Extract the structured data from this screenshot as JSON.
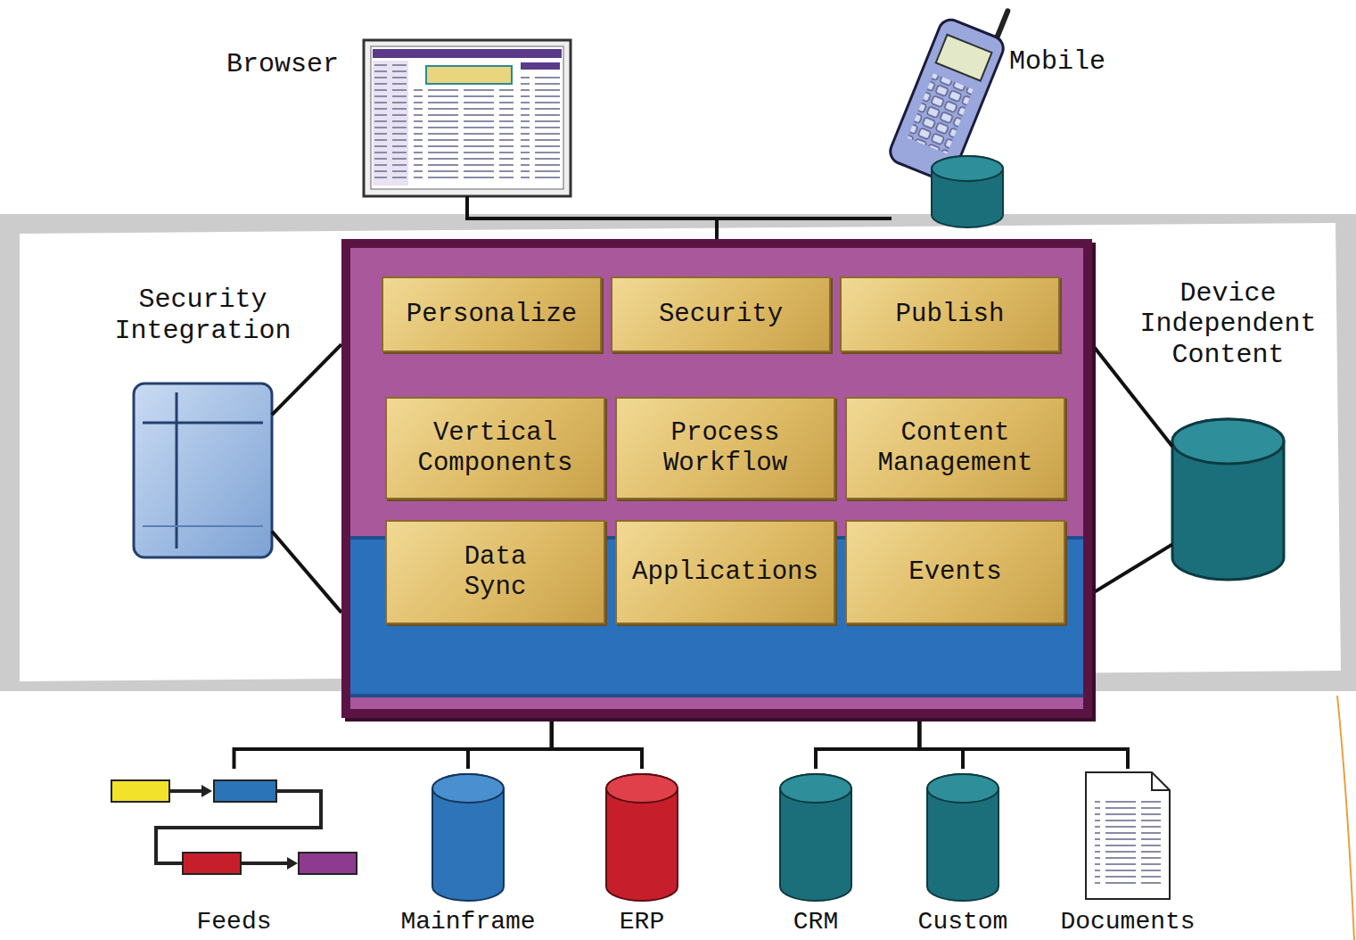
{
  "diagram": {
    "nodes": [
      {
        "text": [
          "Browser"
        ]
      },
      {
        "text": [
          "Mobile"
        ]
      },
      {
        "text": [
          "Security Integration"
        ]
      },
      {
        "text": []
      },
      {
        "text": [
          "Device Independent Content"
        ]
      },
      {
        "text": [
          "Personalize"
        ],
        "in": 3
      },
      {
        "text": [
          "Security"
        ],
        "in": 3
      },
      {
        "text": [
          "Publish"
        ],
        "in": 3
      },
      {
        "text": [
          "Vertical Components"
        ],
        "in": 3
      },
      {
        "text": [
          "Process Workflow"
        ],
        "in": 3
      },
      {
        "text": [
          "Content Management"
        ],
        "in": 3
      },
      {
        "text": [
          "Data Sync"
        ],
        "in": 3
      },
      {
        "text": [
          "Applications"
        ],
        "in": 3
      },
      {
        "text": [
          "Events"
        ],
        "in": 3
      },
      {
        "text": [
          "Feeds"
        ]
      },
      {
        "text": [
          "Mainframe"
        ]
      },
      {
        "text": [
          "ERP"
        ]
      },
      {
        "text": [
          "CRM"
        ]
      },
      {
        "text": [
          "Custom"
        ]
      },
      {
        "text": [
          "Documents"
        ]
      }
    ],
    "edges": [
      {
        "from": 3,
        "to": 0,
        "arrow": "none"
      },
      {
        "from": 3,
        "to": 1,
        "arrow": "none"
      },
      {
        "from": 3,
        "to": 2,
        "arrow": "none"
      },
      {
        "from": 3,
        "to": 2,
        "arrow": "none"
      },
      {
        "from": 3,
        "to": 4,
        "arrow": "none"
      },
      {
        "from": 3,
        "to": 4,
        "arrow": "none"
      },
      {
        "from": 3,
        "to": 14,
        "arrow": "none"
      },
      {
        "from": 3,
        "to": 15,
        "arrow": "none"
      },
      {
        "from": 3,
        "to": 16,
        "arrow": "none"
      },
      {
        "from": 3,
        "to": 17,
        "arrow": "none"
      },
      {
        "from": 3,
        "to": 18,
        "arrow": "none"
      },
      {
        "from": 3,
        "to": 19,
        "arrow": "none"
      }
    ]
  }
}
